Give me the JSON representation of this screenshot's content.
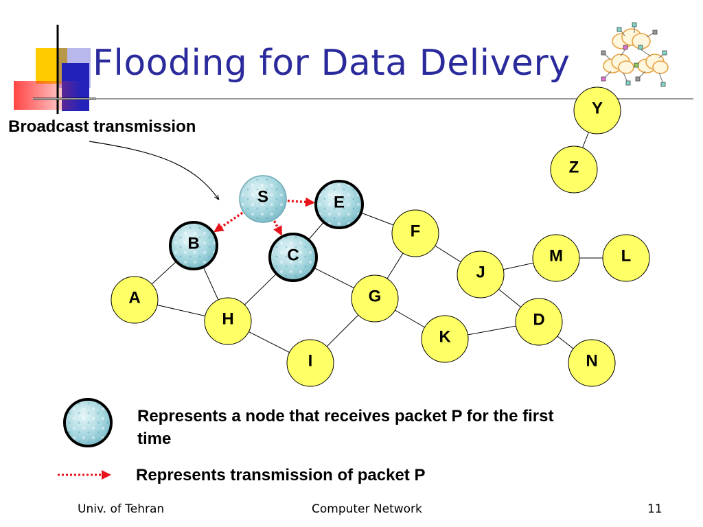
{
  "slide": {
    "title": "Flooding for Data Delivery",
    "subtitle": "Broadcast transmission",
    "legend": {
      "received_label": "Represents a node that receives packet P for the first time",
      "transmission_label": "Represents transmission of packet P"
    },
    "footer": {
      "left": "Univ. of Tehran",
      "center": "Computer Network",
      "right": "11"
    }
  },
  "diagram": {
    "nodes": [
      {
        "id": "S",
        "state": "received"
      },
      {
        "id": "E",
        "state": "received"
      },
      {
        "id": "B",
        "state": "received"
      },
      {
        "id": "C",
        "state": "received"
      },
      {
        "id": "F",
        "state": "normal"
      },
      {
        "id": "J",
        "state": "normal"
      },
      {
        "id": "M",
        "state": "normal"
      },
      {
        "id": "L",
        "state": "normal"
      },
      {
        "id": "A",
        "state": "normal"
      },
      {
        "id": "G",
        "state": "normal"
      },
      {
        "id": "H",
        "state": "normal"
      },
      {
        "id": "D",
        "state": "normal"
      },
      {
        "id": "K",
        "state": "normal"
      },
      {
        "id": "I",
        "state": "normal"
      },
      {
        "id": "N",
        "state": "normal"
      },
      {
        "id": "Y",
        "state": "normal"
      },
      {
        "id": "Z",
        "state": "normal"
      }
    ],
    "links": [
      [
        "Y",
        "Z"
      ],
      [
        "E",
        "F"
      ],
      [
        "E",
        "C"
      ],
      [
        "F",
        "J"
      ],
      [
        "F",
        "G"
      ],
      [
        "J",
        "M"
      ],
      [
        "M",
        "L"
      ],
      [
        "J",
        "D"
      ],
      [
        "D",
        "K"
      ],
      [
        "D",
        "N"
      ],
      [
        "B",
        "A"
      ],
      [
        "B",
        "H"
      ],
      [
        "A",
        "H"
      ],
      [
        "C",
        "H"
      ],
      [
        "C",
        "G"
      ],
      [
        "G",
        "K"
      ],
      [
        "G",
        "I"
      ],
      [
        "H",
        "I"
      ]
    ],
    "transmissions": [
      [
        "S",
        "E"
      ],
      [
        "S",
        "B"
      ],
      [
        "S",
        "C"
      ]
    ],
    "colors": {
      "normal_fill": "#ffff66",
      "received_fill": "#a8d8e0",
      "transmission": "#e8141c",
      "title": "#2a2a9c"
    },
    "icons": [
      "network-clouds-icon",
      "water-drop-node-icon",
      "slide-corner-decoration"
    ]
  }
}
